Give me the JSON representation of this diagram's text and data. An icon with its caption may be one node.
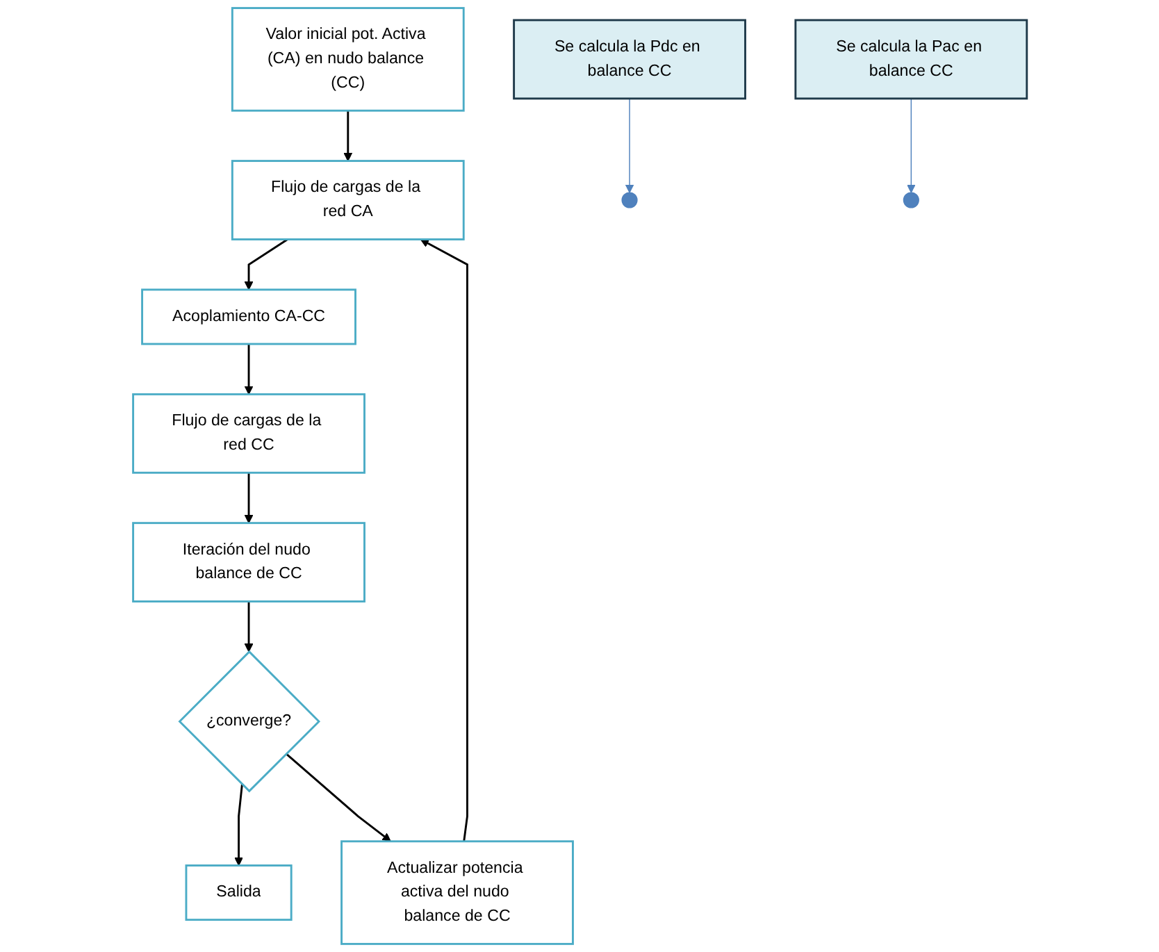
{
  "diagram": {
    "nodes": [
      {
        "text": [
          "Valor inicial pot. Activa (CA) en nudo balance (CC)"
        ]
      },
      {
        "text": [
          "Flujo de cargas de la red CA"
        ]
      },
      {
        "text": [
          "Acoplamiento CA-CC"
        ]
      },
      {
        "text": [
          "Se calcula la Pdc en balance CC"
        ]
      },
      {
        "text": [
          "Flujo de cargas de la red CC"
        ]
      },
      {
        "text": [
          "Actualizar potencia activa del nudo balance de CC"
        ]
      },
      {
        "text": [
          "Se calcula la Pac en balance CC"
        ]
      },
      {
        "text": [
          "Iteración del nudo balance de CC"
        ]
      },
      {
        "text": [
          "Salida"
        ]
      },
      {
        "text": [
          "¿converge?"
        ]
      }
    ],
    "edges": [
      {
        "from": 0,
        "to": 1,
        "arrow": "to"
      },
      {
        "from": 1,
        "to": 2,
        "arrow": "to"
      },
      {
        "from": 2,
        "to": 4,
        "arrow": "to"
      },
      {
        "from": 3,
        "to": null,
        "arrow": "to",
        "color": "#4f81bd"
      },
      {
        "from": 4,
        "to": 7,
        "arrow": "to"
      },
      {
        "from": 6,
        "to": null,
        "arrow": "to",
        "color": "#4f81bd"
      },
      {
        "from": 7,
        "to": 9,
        "arrow": "to"
      },
      {
        "from": 9,
        "to": 8,
        "arrow": "to"
      },
      {
        "from": 9,
        "to": 5,
        "arrow": "to"
      },
      {
        "from": 5,
        "to": 1,
        "arrow": "to"
      }
    ]
  }
}
